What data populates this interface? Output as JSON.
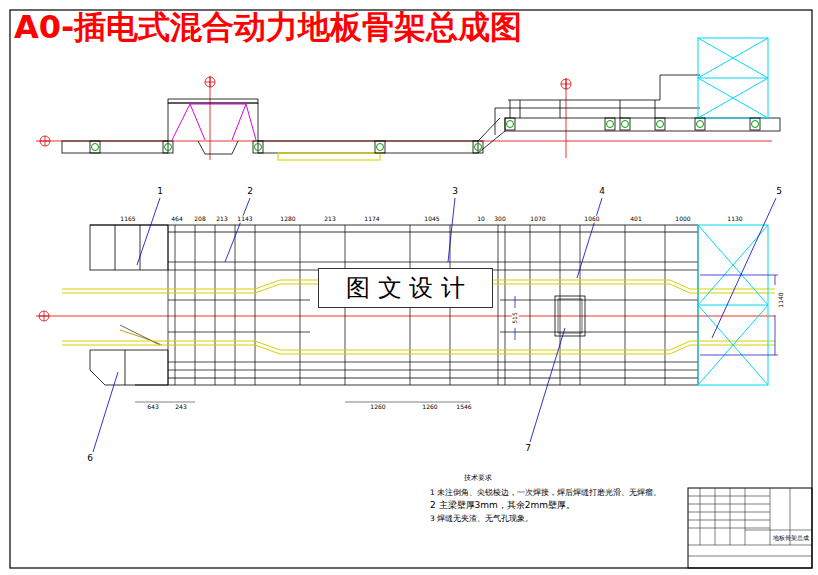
{
  "diagram": {
    "title": "A0-插电式混合动力地板骨架总成图",
    "nodes": [
      {
        "text": [
          "图 文 设 计"
        ]
      }
    ],
    "labels": [
      "1",
      "2",
      "3",
      "4",
      "5",
      "6",
      "7",
      "1165",
      "464",
      "208",
      "213",
      "1143",
      "1280",
      "213",
      "1174",
      "1045",
      "10",
      "300",
      "1070",
      "1060",
      "401",
      "1000",
      "1130",
      "643",
      "243",
      "1260",
      "1260",
      "1546",
      "515",
      "1140",
      "技术要求",
      "1  未注倒角、尖锐棱边，一次焊接，焊后焊缝打磨光滑、无焊瘤。",
      "2  主梁壁厚3mm，其余2mm壁厚。",
      "3  焊缝无夹渣、无气孔现象。",
      "地板骨架总成"
    ]
  }
}
